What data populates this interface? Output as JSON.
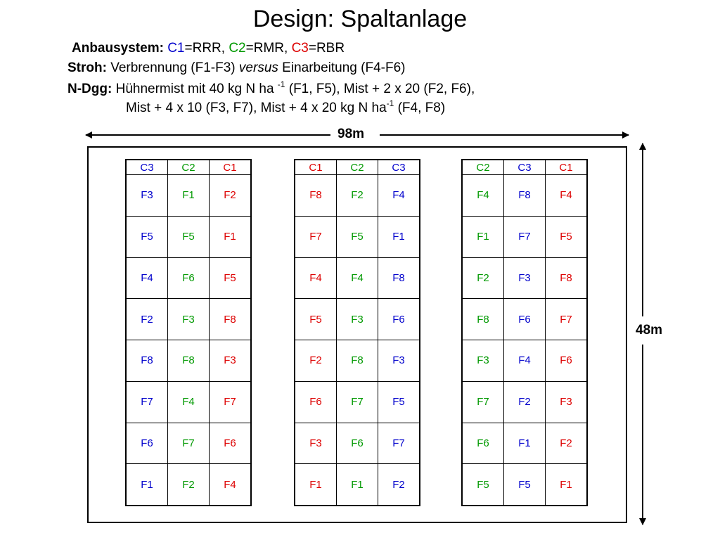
{
  "title": "Design: Spaltanlage",
  "anbau": {
    "label": "Anbausystem:",
    "items": [
      {
        "code": "C1",
        "text": "=RRR",
        "sep": ", ",
        "color": "#0000cc"
      },
      {
        "code": "C2",
        "text": "=RMR",
        "sep": ", ",
        "color": "#009900"
      },
      {
        "code": "C3",
        "text": "=RBR",
        "sep": "",
        "color": "#dd0000"
      }
    ]
  },
  "stroh": {
    "label": "Stroh:",
    "text1": " Verbrennung (F1-F3) ",
    "italic": "versus",
    "text2": " Einarbeitung (F4-F6)"
  },
  "ndgg": {
    "label": "N-Dgg:",
    "line1_a": " Hühnermist mit 40 kg N ha ",
    "line1_sup": "-1",
    "line1_b": " (F1, F5), Mist + 2 x 20 (F2, F6),",
    "line2_a": "Mist + 4 x 10 (F3, F7), Mist + 4 x 20 kg N ha",
    "line2_sup": "-1",
    "line2_b": " (F4, F8)"
  },
  "dims": {
    "width": "98m",
    "height": "48m"
  },
  "colors": {
    "C1": "#dd0000",
    "C2": "#009900",
    "C3": "#0000cc"
  },
  "blocks": [
    {
      "columns": [
        "C3",
        "C2",
        "C1"
      ],
      "rows": [
        [
          "F3",
          "F1",
          "F2"
        ],
        [
          "F5",
          "F5",
          "F1"
        ],
        [
          "F4",
          "F6",
          "F5"
        ],
        [
          "F2",
          "F3",
          "F8"
        ],
        [
          "F8",
          "F8",
          "F3"
        ],
        [
          "F7",
          "F4",
          "F7"
        ],
        [
          "F6",
          "F7",
          "F6"
        ],
        [
          "F1",
          "F2",
          "F4"
        ]
      ]
    },
    {
      "columns": [
        "C1",
        "C2",
        "C3"
      ],
      "rows": [
        [
          "F8",
          "F2",
          "F4"
        ],
        [
          "F7",
          "F5",
          "F1"
        ],
        [
          "F4",
          "F4",
          "F8"
        ],
        [
          "F5",
          "F3",
          "F6"
        ],
        [
          "F2",
          "F8",
          "F3"
        ],
        [
          "F6",
          "F7",
          "F5"
        ],
        [
          "F3",
          "F6",
          "F7"
        ],
        [
          "F1",
          "F1",
          "F2"
        ]
      ]
    },
    {
      "columns": [
        "C2",
        "C3",
        "C1"
      ],
      "rows": [
        [
          "F4",
          "F8",
          "F4"
        ],
        [
          "F1",
          "F7",
          "F5"
        ],
        [
          "F2",
          "F3",
          "F8"
        ],
        [
          "F8",
          "F6",
          "F7"
        ],
        [
          "F3",
          "F4",
          "F6"
        ],
        [
          "F7",
          "F2",
          "F3"
        ],
        [
          "F6",
          "F1",
          "F2"
        ],
        [
          "F5",
          "F5",
          "F1"
        ]
      ]
    }
  ]
}
